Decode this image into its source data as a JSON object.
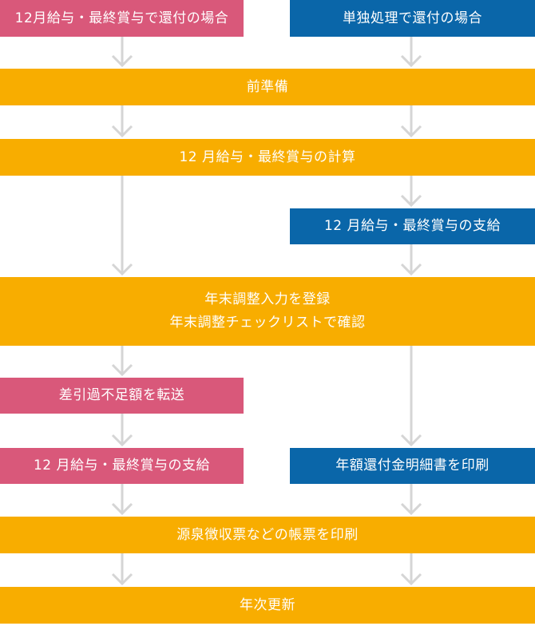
{
  "colors": {
    "pink": "#d9587a",
    "blue": "#0a66a9",
    "orange": "#f8ad00",
    "arrow": "#d5d5d5"
  },
  "steps": {
    "start_year_end": "12月給与・最終賞与で還付の場合",
    "start_separate": "単独処理で還付の場合",
    "preparation": "前準備",
    "calculate": "12 月給与・最終賞与の計算",
    "pay_right": "12 月給与・最終賞与の支給",
    "register_line1": "年末調整入力を登録",
    "register_line2": "年末調整チェックリストで確認",
    "transfer": "差引過不足額を転送",
    "pay_left": "12 月給与・最終賞与の支給",
    "print_refund": "年額還付金明細書を印刷",
    "print_forms": "源泉徴収票などの帳票を印刷",
    "annual_update": "年次更新"
  }
}
